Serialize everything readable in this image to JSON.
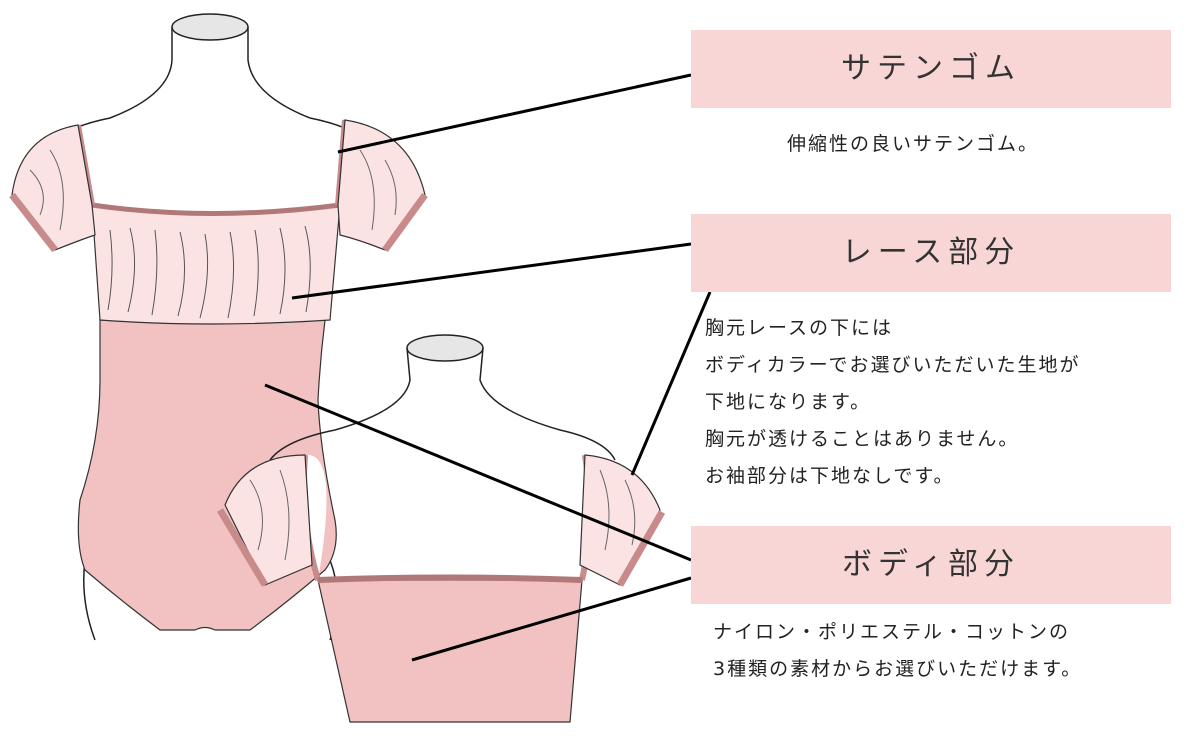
{
  "sections": [
    {
      "title": "サテンゴム",
      "lines": [
        "伸縮性の良いサテンゴム。"
      ]
    },
    {
      "title": "レース部分",
      "lines": [
        "胸元レースの下には",
        "ボディカラーでお選びいただいた生地が",
        "下地になります。",
        "胸元が透けることはありません。",
        "お袖部分は下地なしです。"
      ]
    },
    {
      "title": "ボディ部分",
      "lines": [
        "ナイロン・ポリエステル・コットンの",
        "3種類の素材からお選びいただけます。"
      ]
    }
  ],
  "colors": {
    "label_bg": "#f9d6d6",
    "body_fabric": "#f2c2c2",
    "lace": "#fbe3e3",
    "trim": "#c88a8a",
    "mannequin_outline": "#222222"
  }
}
